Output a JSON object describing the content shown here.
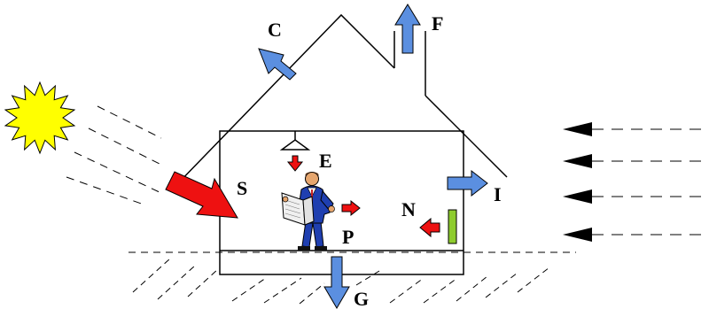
{
  "labels": {
    "C": "C",
    "F": "F",
    "E": "E",
    "S": "S",
    "I": "I",
    "N": "N",
    "P": "P",
    "G": "G"
  },
  "colors": {
    "outline": "#000000",
    "blue_arrow": "#5b8fe0",
    "red_arrow": "#ee1111",
    "sun": "#ffff00",
    "radiator": "#8ecc2e",
    "person_suit": "#1f3fb0",
    "person_skin": "#e6a66e",
    "person_hair": "#6b3a16",
    "newspaper": "#f0f0f0"
  },
  "icons": [
    "sun-icon",
    "ceiling-lamp-icon",
    "person-reading-icon",
    "radiator-icon",
    "wind-arrow-icon"
  ]
}
